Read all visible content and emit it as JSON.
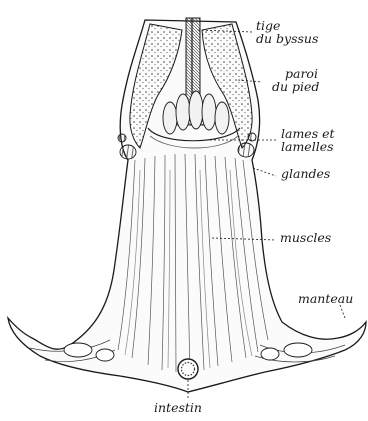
{
  "labels": {
    "tige_line1": "tige",
    "tige_line2": "du byssus",
    "paroi_line1": "paroi",
    "paroi_line2": "du pied",
    "lames_line1": "lames et",
    "lames_line2": "lamelles",
    "glandes": "glandes",
    "muscles": "muscles",
    "manteau": "manteau",
    "intestin": "intestin"
  },
  "colors": {
    "ink": "#1a1a1a",
    "shade": "#6b6b6b",
    "paper": "#ffffff"
  }
}
